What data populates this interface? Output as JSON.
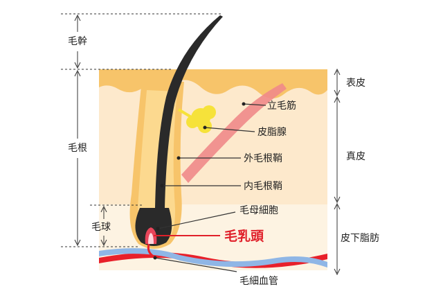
{
  "left_labels": {
    "hair_shaft": "毛幹",
    "hair_root": "毛根",
    "hair_bulb": "毛球"
  },
  "right_labels": {
    "epidermis": "表皮",
    "dermis": "真皮",
    "subcutaneous_fat": "皮下脂肪"
  },
  "callouts": {
    "arrector_pili": "立毛筋",
    "sebaceous_gland": "皮脂腺",
    "outer_root_sheath": "外毛根鞘",
    "inner_root_sheath": "内毛根鞘",
    "hair_matrix_cell": "毛母細胞",
    "dermal_papilla": "毛乳頭",
    "capillary": "毛細血管"
  },
  "colors": {
    "accent": "#e0202a",
    "epidermis": "#f7c46a",
    "dermis": "#fde9cc",
    "fat": "#fdf1dc",
    "hair": "#2a2a2a",
    "muscle": "#ef8a8a",
    "gland": "#f6e23a",
    "vessel_red": "#e8202a",
    "vessel_blue": "#8fb6e6"
  }
}
